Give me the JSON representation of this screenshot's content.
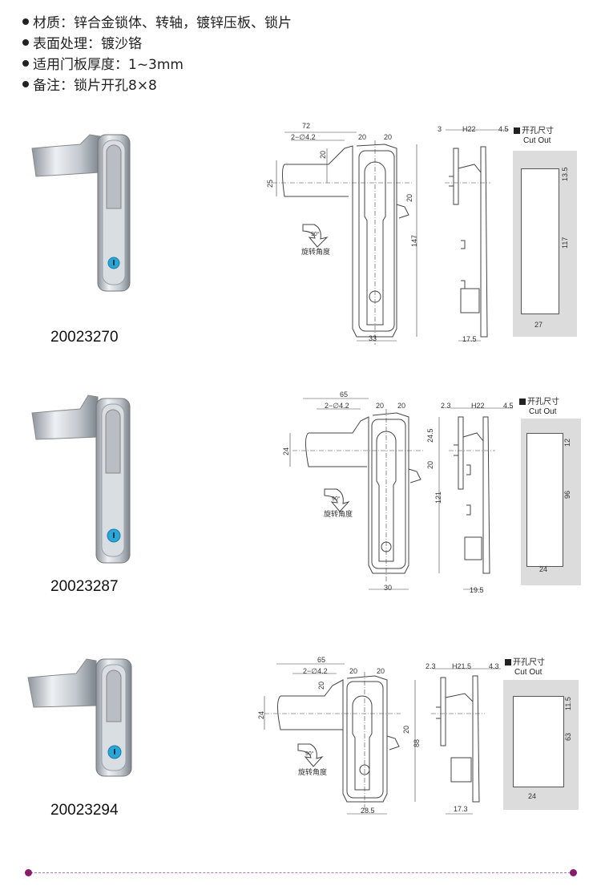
{
  "specs": [
    "材质：锌合金锁体、转轴，镀锌压板、锁片",
    "表面处理：镀沙铬",
    "适用门板厚度：1~3mm",
    "备注：锁片开孔8×8"
  ],
  "rotation_label": "旋转角度",
  "rotation_angle": "90°",
  "cutout_cn": "开孔尺寸",
  "cutout_en": "Cut Out",
  "colors": {
    "accent": "#8a1a6e",
    "cylinder": "#2aa6d6",
    "cutout_bg": "#dcdcdc"
  },
  "products": [
    {
      "code": "20023270",
      "front": {
        "width_total": "72",
        "hole": "2−∅4.2",
        "d1": "20",
        "d2": "20",
        "v_top": "20",
        "v_left": "25",
        "v_right": "20",
        "height": "147",
        "bottom": "33"
      },
      "side": {
        "t1": "3",
        "h": "H22",
        "t2": "4.5",
        "bottom": "17.5"
      },
      "cutout": {
        "top": "13.5",
        "height": "117",
        "width": "27"
      }
    },
    {
      "code": "20023287",
      "front": {
        "width_total": "65",
        "hole": "2−∅4.2",
        "d1": "20",
        "d2": "20",
        "v_left": "24",
        "v_top_right": "24.5",
        "v_right": "20",
        "height": "121",
        "bottom": "30"
      },
      "side": {
        "t1": "2.3",
        "h": "H22",
        "t2": "4.5",
        "bottom": "19.5"
      },
      "cutout": {
        "top": "12",
        "height": "96",
        "width": "24"
      }
    },
    {
      "code": "20023294",
      "front": {
        "width_total": "65",
        "hole": "2−∅4.2",
        "d1": "20",
        "d2": "20",
        "v_top": "20",
        "v_left": "24",
        "v_right": "20",
        "height": "88",
        "bottom": "28.5"
      },
      "side": {
        "t1": "2.3",
        "h": "H21.5",
        "t2": "4.3",
        "bottom": "17.3"
      },
      "cutout": {
        "top": "11.5",
        "height": "63",
        "width": "24"
      }
    }
  ]
}
